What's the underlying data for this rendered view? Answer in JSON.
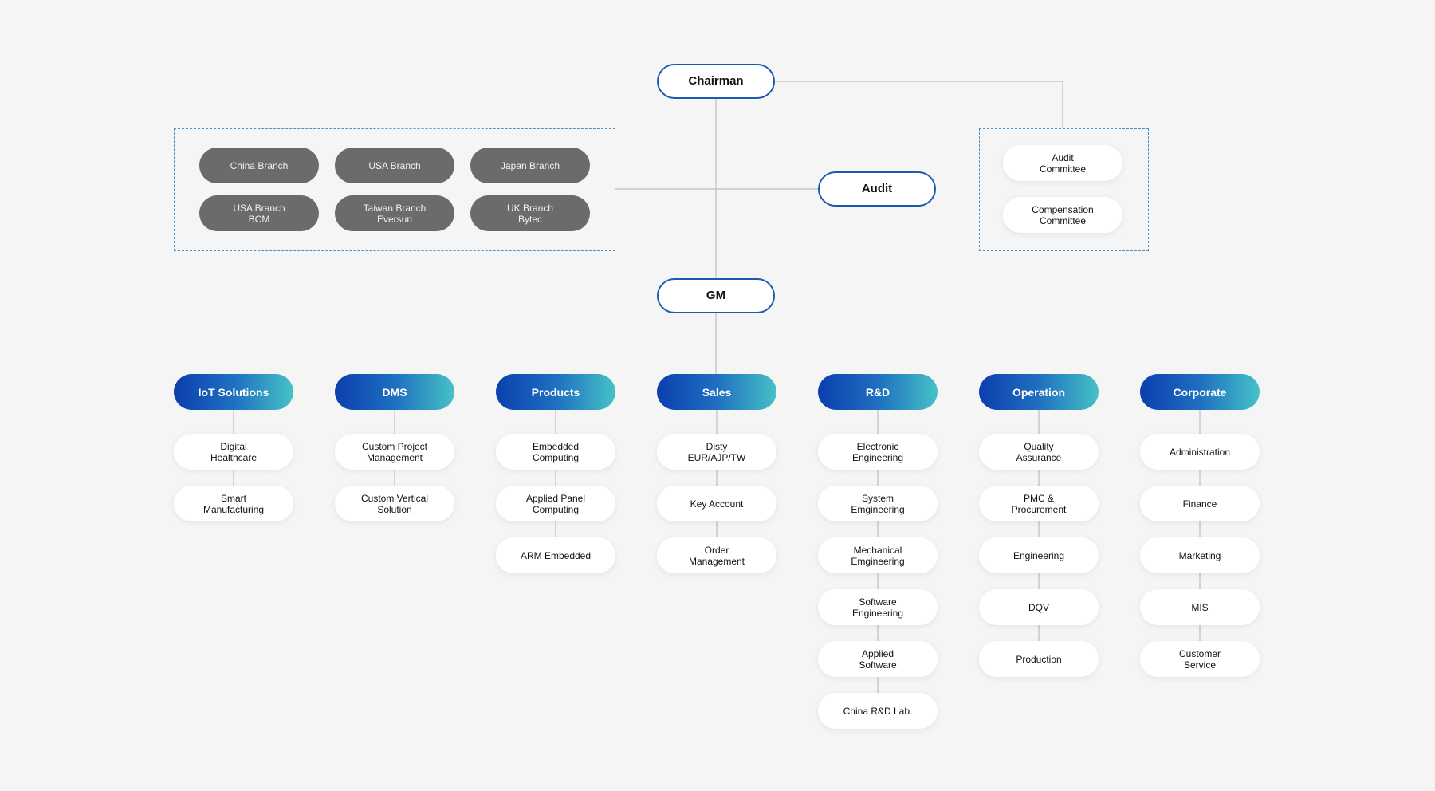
{
  "colors": {
    "background": "#f5f5f5",
    "connector": "#bdbdbd",
    "outline_border": "#1a5bb0",
    "branch_fill": "#6b6b6b",
    "dept_gradient_start": "#0b3fae",
    "dept_gradient_end": "#45c2c6",
    "dashed_border": "#4a90c8"
  },
  "top": {
    "chairman": "Chairman",
    "audit": "Audit",
    "gm": "GM"
  },
  "branches": [
    "China Branch",
    "USA Branch",
    "Japan Branch",
    "USA Branch\nBCM",
    "Taiwan Branch\nEversun",
    "UK Branch\nBytec"
  ],
  "committees": [
    "Audit\nCommittee",
    "Compensation\nCommittee"
  ],
  "departments": [
    {
      "name": "IoT Solutions",
      "units": [
        "Digital\nHealthcare",
        "Smart\nManufacturing"
      ]
    },
    {
      "name": "DMS",
      "units": [
        "Custom Project\nManagement",
        "Custom Vertical\nSolution"
      ]
    },
    {
      "name": "Products",
      "units": [
        "Embedded\nComputing",
        "Applied Panel\nComputing",
        "ARM Embedded"
      ]
    },
    {
      "name": "Sales",
      "units": [
        "Disty\nEUR/AJP/TW",
        "Key Account",
        "Order\nManagement"
      ]
    },
    {
      "name": "R&D",
      "units": [
        "Electronic\nEngineering",
        "System\nEmgineering",
        "Mechanical\nEmgineering",
        "Software\nEngineering",
        "Applied\nSoftware",
        "China R&D Lab."
      ]
    },
    {
      "name": "Operation",
      "units": [
        "Quality\nAssurance",
        "PMC &\nProcurement",
        "Engineering",
        "DQV",
        "Production"
      ]
    },
    {
      "name": "Corporate",
      "units": [
        "Administration",
        "Finance",
        "Marketing",
        "MIS",
        "Customer\nService"
      ]
    }
  ]
}
